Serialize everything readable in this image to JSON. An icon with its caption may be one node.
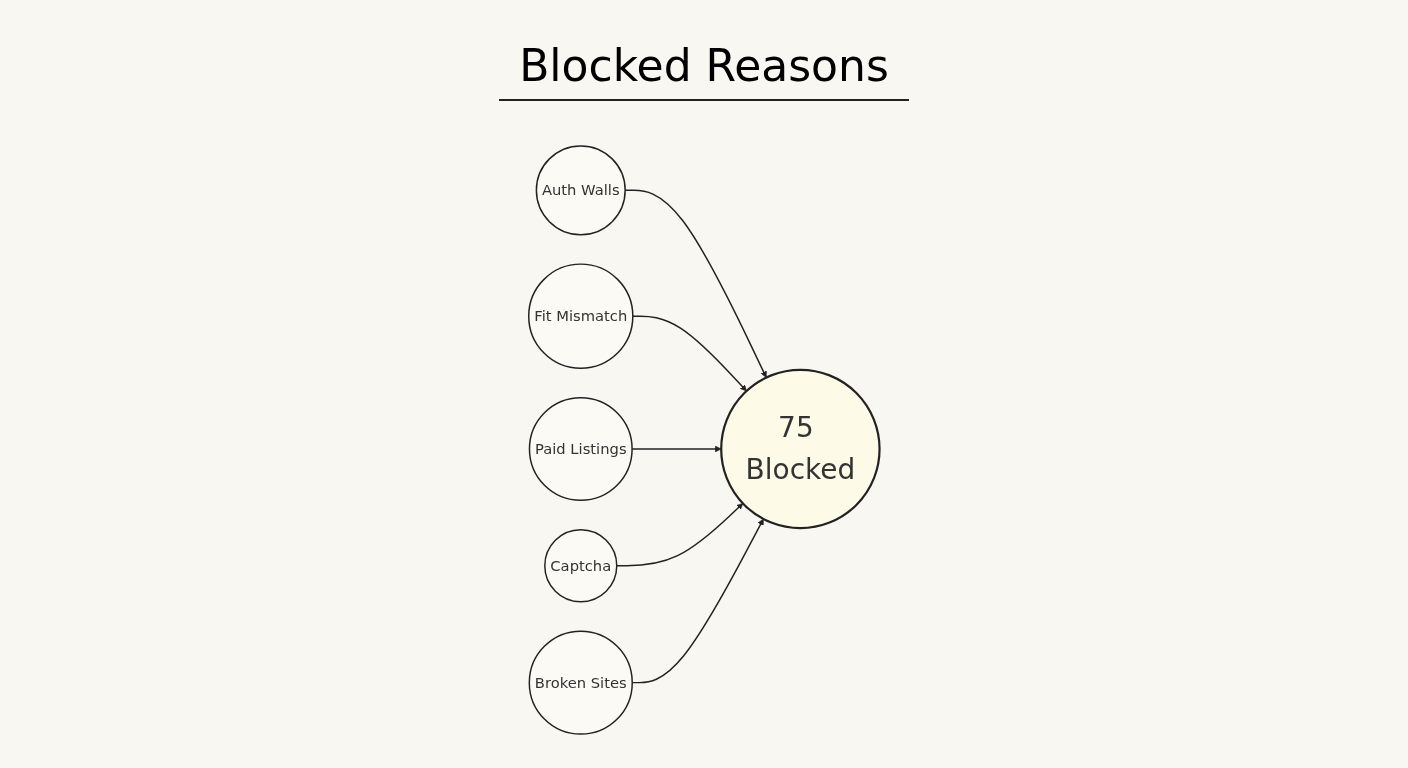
{
  "diagram": {
    "title": "Blocked Reasons",
    "nodes": [
      {
        "text": [
          "Auth Walls"
        ]
      },
      {
        "text": [
          "Fit Mismatch"
        ]
      },
      {
        "text": [
          "75 Blocked"
        ]
      },
      {
        "text": [
          "Paid Listings"
        ]
      },
      {
        "text": [
          "Captcha"
        ]
      },
      {
        "text": [
          "Broken Sites"
        ]
      }
    ],
    "edges": [
      {
        "from": 0,
        "to": 2,
        "arrow": "to"
      },
      {
        "from": 1,
        "to": 2,
        "arrow": "to"
      },
      {
        "from": 3,
        "to": 2,
        "arrow": "to"
      },
      {
        "from": 4,
        "to": 2,
        "arrow": "to"
      },
      {
        "from": 5,
        "to": 2,
        "arrow": "to"
      }
    ]
  }
}
